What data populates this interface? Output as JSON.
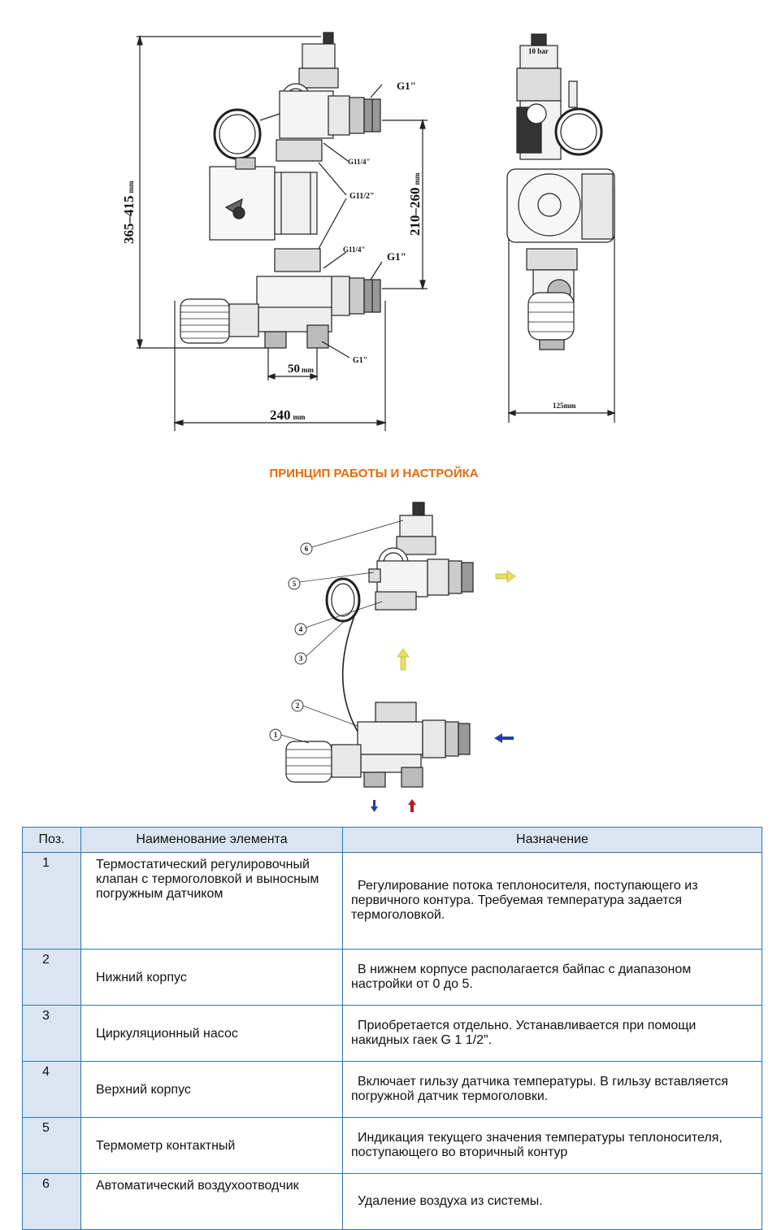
{
  "drawing": {
    "dim_height": "365–415",
    "dim_height_unit": "mm",
    "dim_center": "210–260",
    "dim_center_unit": "mm",
    "dim_width": "240",
    "dim_width_unit": "mm",
    "dim_offset": "50",
    "dim_offset_unit": "mm",
    "dim_side": "125mm",
    "thread_g1_top": "G1\"",
    "thread_g1_bottom": "G1\"",
    "thread_g1_base": "G1\"",
    "thread_g114_top": "G11/4\"",
    "thread_g114_bottom": "G11/4\"",
    "thread_g112": "G11/2\"",
    "bar_label": "10 bar"
  },
  "section_title": "ПРИНЦИП РАБОТЫ И НАСТРОЙКА",
  "callouts": [
    "1",
    "2",
    "3",
    "4",
    "5",
    "6"
  ],
  "colors": {
    "accent_orange": "#e36c0a",
    "table_border": "#2e74b5",
    "header_bg": "#dbe5f1",
    "arrow_yellow": "#e8e05a",
    "arrow_blue": "#1f3fa8",
    "arrow_red": "#c0181b"
  },
  "table": {
    "headers": [
      "Поз.",
      "Наименование элемента",
      "Назначение"
    ],
    "rows": [
      {
        "pos": "1",
        "name": "Термостатический регулировочный клапан с термоголовкой и выносным погружным датчиком",
        "desc": "Регулирование потока теплоносителя, поступающего из первичного контура. Требуемая температура задается термоголовкой."
      },
      {
        "pos": "2",
        "name": "Нижний корпус",
        "desc": "В нижнем корпусе располагается байпас с диапазоном настройки от 0 до 5."
      },
      {
        "pos": "3",
        "name": "Циркуляционный насос",
        "desc": "Приобретается отдельно. Устанавливается при помощи накидных гаек G 1 1/2\"."
      },
      {
        "pos": "4",
        "name": "Верхний корпус",
        "desc": "Включает гильзу датчика температуры. В гильзу вставляется погружной датчик термоголовки."
      },
      {
        "pos": "5",
        "name": "Термометр контактный",
        "desc": "Индикация текущего значения температуры теплоносителя, поступающего во вторичный контур"
      },
      {
        "pos": "6",
        "name": "Автоматический воздухоотводчик",
        "desc": "Удаление воздуха из системы."
      }
    ]
  }
}
